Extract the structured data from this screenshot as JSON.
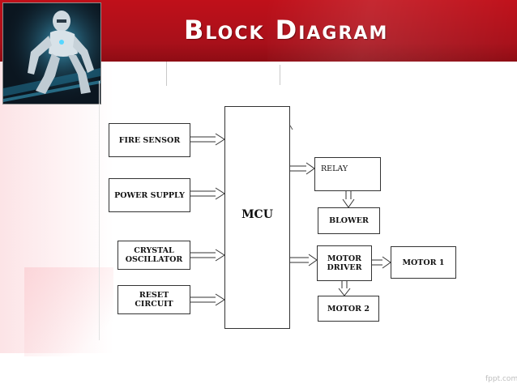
{
  "slide": {
    "title": "Block Diagram"
  },
  "diagram": {
    "blocks": {
      "fire_sensor": "FIRE SENSOR",
      "power_supply": "POWER SUPPLY",
      "crystal_oscillator": "CRYSTAL\nOSCILLATOR",
      "reset_circuit": "RESET\nCIRCUIT",
      "mcu": "MCU",
      "relay": "RELAY",
      "blower": "BLOWER",
      "motor_driver": "MOTOR\nDRIVER",
      "motor1": "MOTOR 1",
      "motor2": "MOTOR 2"
    }
  },
  "footer": {
    "watermark": "fppt.com"
  },
  "colors": {
    "header_red": "#b0101a",
    "title_text": "#ffffff"
  }
}
